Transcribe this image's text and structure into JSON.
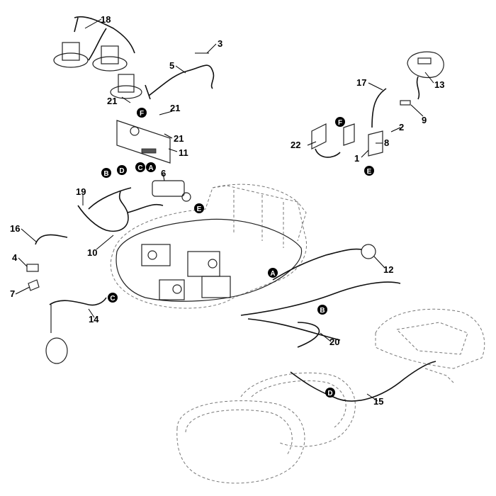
{
  "callouts": [
    {
      "text": "1"
    },
    {
      "text": "2"
    },
    {
      "text": "3"
    },
    {
      "text": "4"
    },
    {
      "text": "5"
    },
    {
      "text": "6"
    },
    {
      "text": "7"
    },
    {
      "text": "8"
    },
    {
      "text": "9"
    },
    {
      "text": "10"
    },
    {
      "text": "11"
    },
    {
      "text": "12"
    },
    {
      "text": "13"
    },
    {
      "text": "14"
    },
    {
      "text": "15"
    },
    {
      "text": "16"
    },
    {
      "text": "17"
    },
    {
      "text": "18"
    },
    {
      "text": "19"
    },
    {
      "text": "20"
    },
    {
      "text": "21"
    },
    {
      "text": "21"
    },
    {
      "text": "21"
    },
    {
      "text": "22"
    }
  ],
  "bubbles": [
    {
      "text": "F"
    },
    {
      "text": "B"
    },
    {
      "text": "D"
    },
    {
      "text": "C"
    },
    {
      "text": "A"
    },
    {
      "text": "E"
    },
    {
      "text": "F"
    },
    {
      "text": "E"
    },
    {
      "text": "A"
    },
    {
      "text": "C"
    },
    {
      "text": "B"
    },
    {
      "text": "D"
    }
  ]
}
